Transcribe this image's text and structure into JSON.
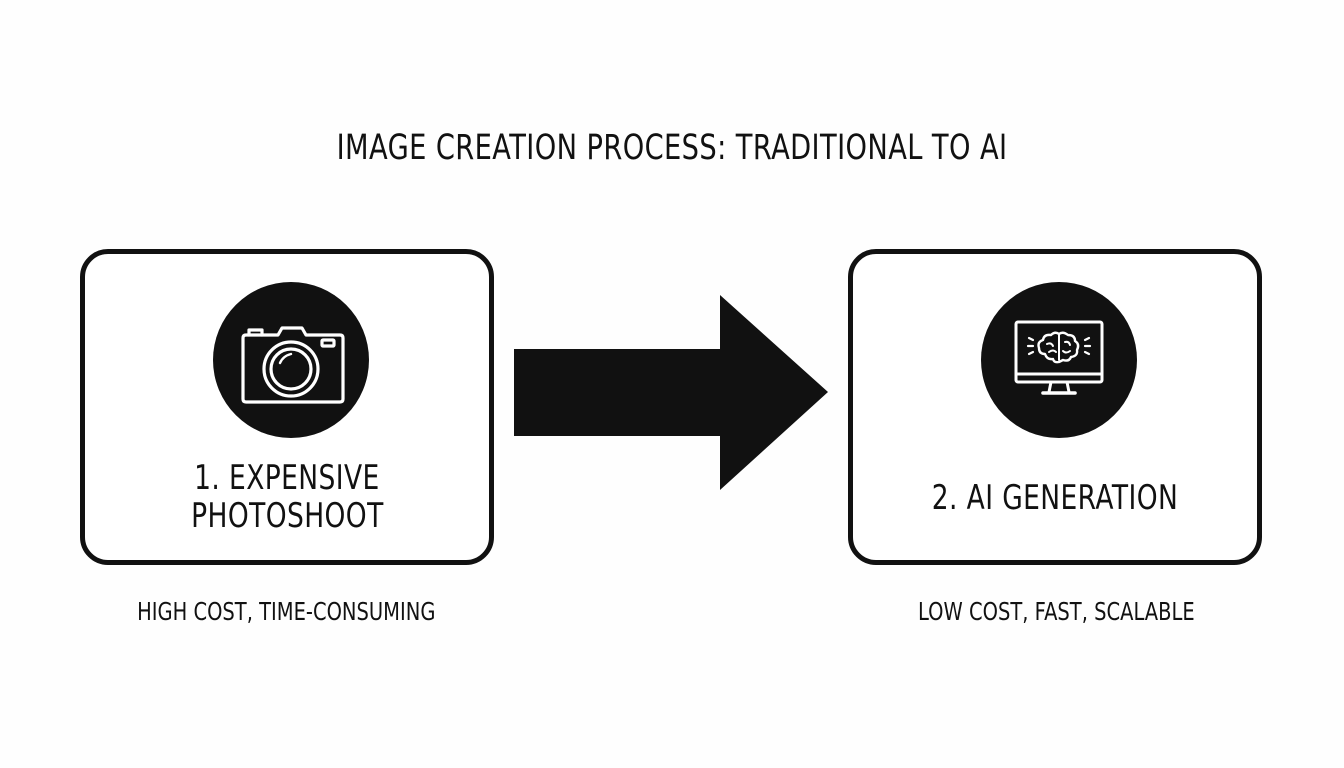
{
  "title": "IMAGE CREATION PROCESS: TRADITIONAL TO AI",
  "steps": [
    {
      "line1": "1. EXPENSIVE",
      "line2": "PHOTOSHOOT",
      "caption": "HIGH COST, TIME-CONSUMING",
      "icon": "camera-icon"
    },
    {
      "line1": "2. AI GENERATION",
      "caption": "LOW COST, FAST, SCALABLE",
      "icon": "monitor-brain-icon"
    }
  ],
  "colors": {
    "ink": "#111111",
    "background": "#fefefe"
  }
}
